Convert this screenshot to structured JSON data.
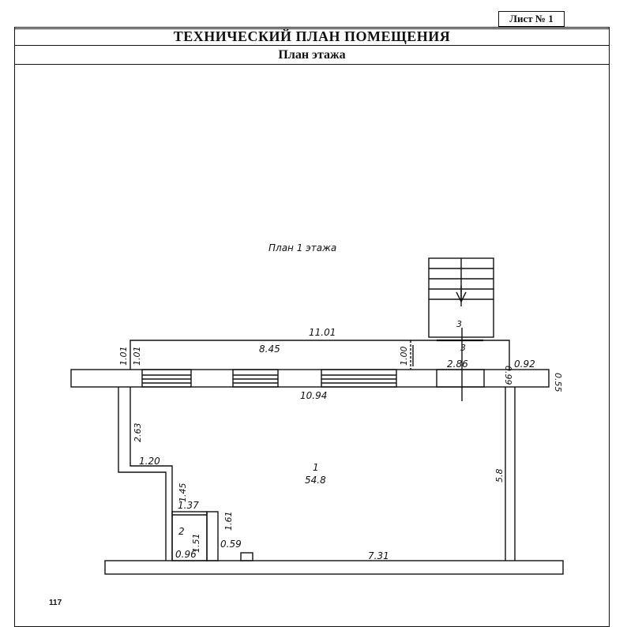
{
  "sheet": {
    "label": "Лист № 1"
  },
  "header": {
    "title": "ТЕХНИЧЕСКИЙ ПЛАН ПОМЕЩЕНИЯ",
    "subtitle": "План этажа"
  },
  "plan": {
    "caption": "План 1 этажа",
    "rooms": [
      {
        "number": "1",
        "area": "54.8"
      },
      {
        "number": "2",
        "area": ""
      },
      {
        "number": "3",
        "area": ""
      }
    ],
    "dimensions": {
      "overall_top": "11.01",
      "balcony_inner": "8.45",
      "stair_depth": "1.00",
      "stair_width": "2.86",
      "wall_left_a": "1.01",
      "wall_left_b": "1.01",
      "wall_right": "0.99",
      "right_ledge": "0.92",
      "ledge_height": "0.55",
      "front_length": "10.94",
      "left_wall": "2.63",
      "step_width": "1.20",
      "step_depth": "1.45",
      "room2_width": "1.37",
      "room2_height": "1.51",
      "room2_side": "1.61",
      "room2_base": "0.96",
      "door_gap": "0.59",
      "bottom_length": "7.31",
      "right_wall": "5.8"
    },
    "stair_label": "3"
  },
  "footer": {
    "fragment": "117"
  }
}
